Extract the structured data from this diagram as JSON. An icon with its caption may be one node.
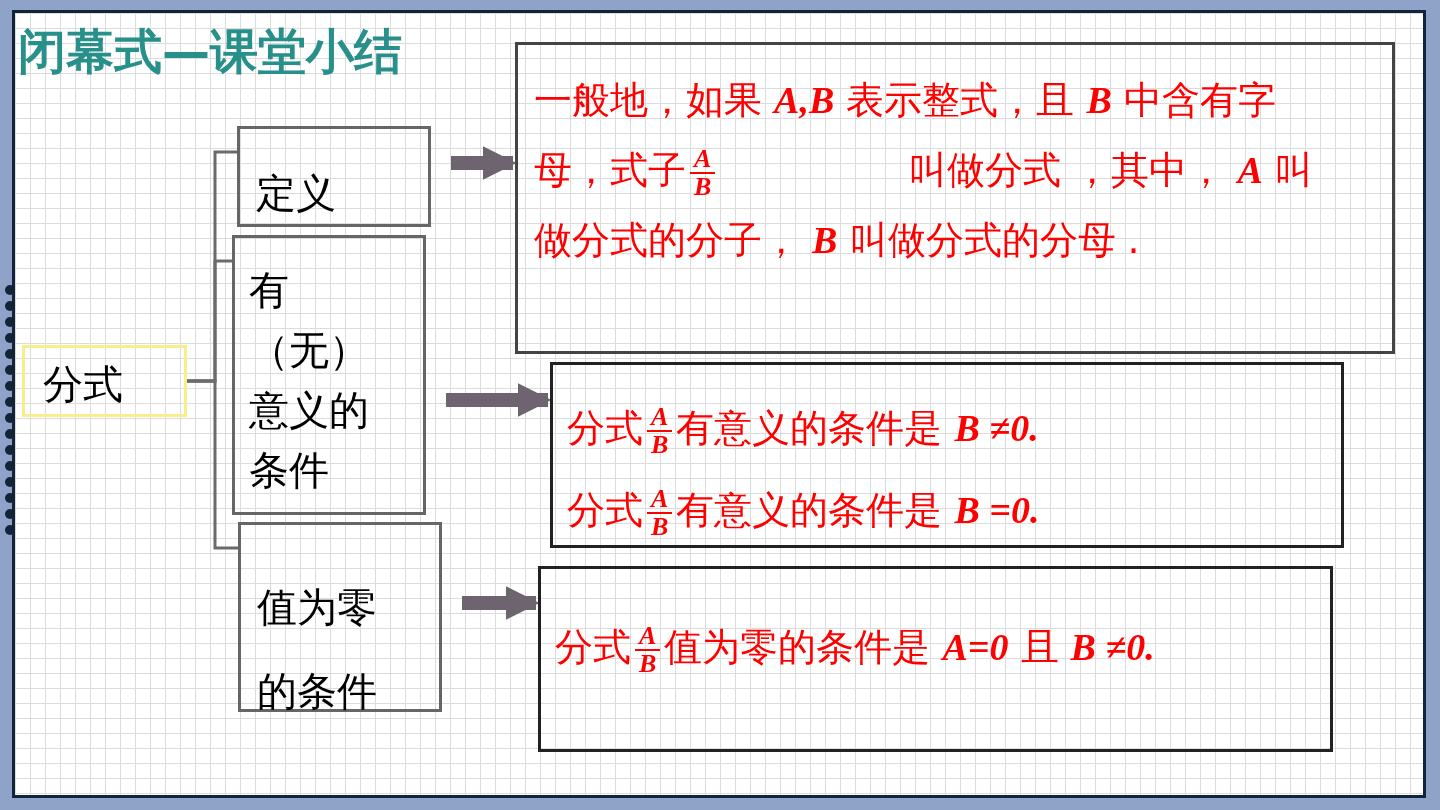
{
  "diagram": {
    "title": "闭幕式—课堂小结",
    "nodes": [
      {
        "text": [
          "分式"
        ]
      },
      {
        "text": [
          "定义"
        ]
      },
      {
        "text": [
          "有（无）意义的条件"
        ]
      },
      {
        "text": [
          "值为零的条件"
        ]
      },
      {
        "text": [
          "一般地，如果 **A,B** 表示整式，且 **B** 中含有字母，式子",
          "A",
          "B",
          "叫做分式 ，其中， **A** 叫做分式的分子， **B** 叫做分式的分母 ."
        ]
      },
      {
        "text": [
          "分式",
          "A",
          "B",
          "有意义的条件是 **B ≠0.**",
          "分式",
          "A",
          "B",
          "有意义的条件是 **B =0.**"
        ]
      },
      {
        "text": [
          "分式",
          "A",
          "B",
          "值为零的条件是 **A=0** 且 **B ≠0.**"
        ]
      }
    ],
    "edges": [
      {
        "from": 0,
        "to": 1,
        "arrow": "none"
      },
      {
        "from": 0,
        "to": 2,
        "arrow": "none"
      },
      {
        "from": 0,
        "to": 3,
        "arrow": "none"
      },
      {
        "from": 1,
        "to": 4,
        "arrow": "to",
        "style": "thick"
      },
      {
        "from": 2,
        "to": 5,
        "arrow": "to",
        "style": "thick"
      },
      {
        "from": 3,
        "to": 6,
        "arrow": "to",
        "style": "thick"
      }
    ]
  }
}
